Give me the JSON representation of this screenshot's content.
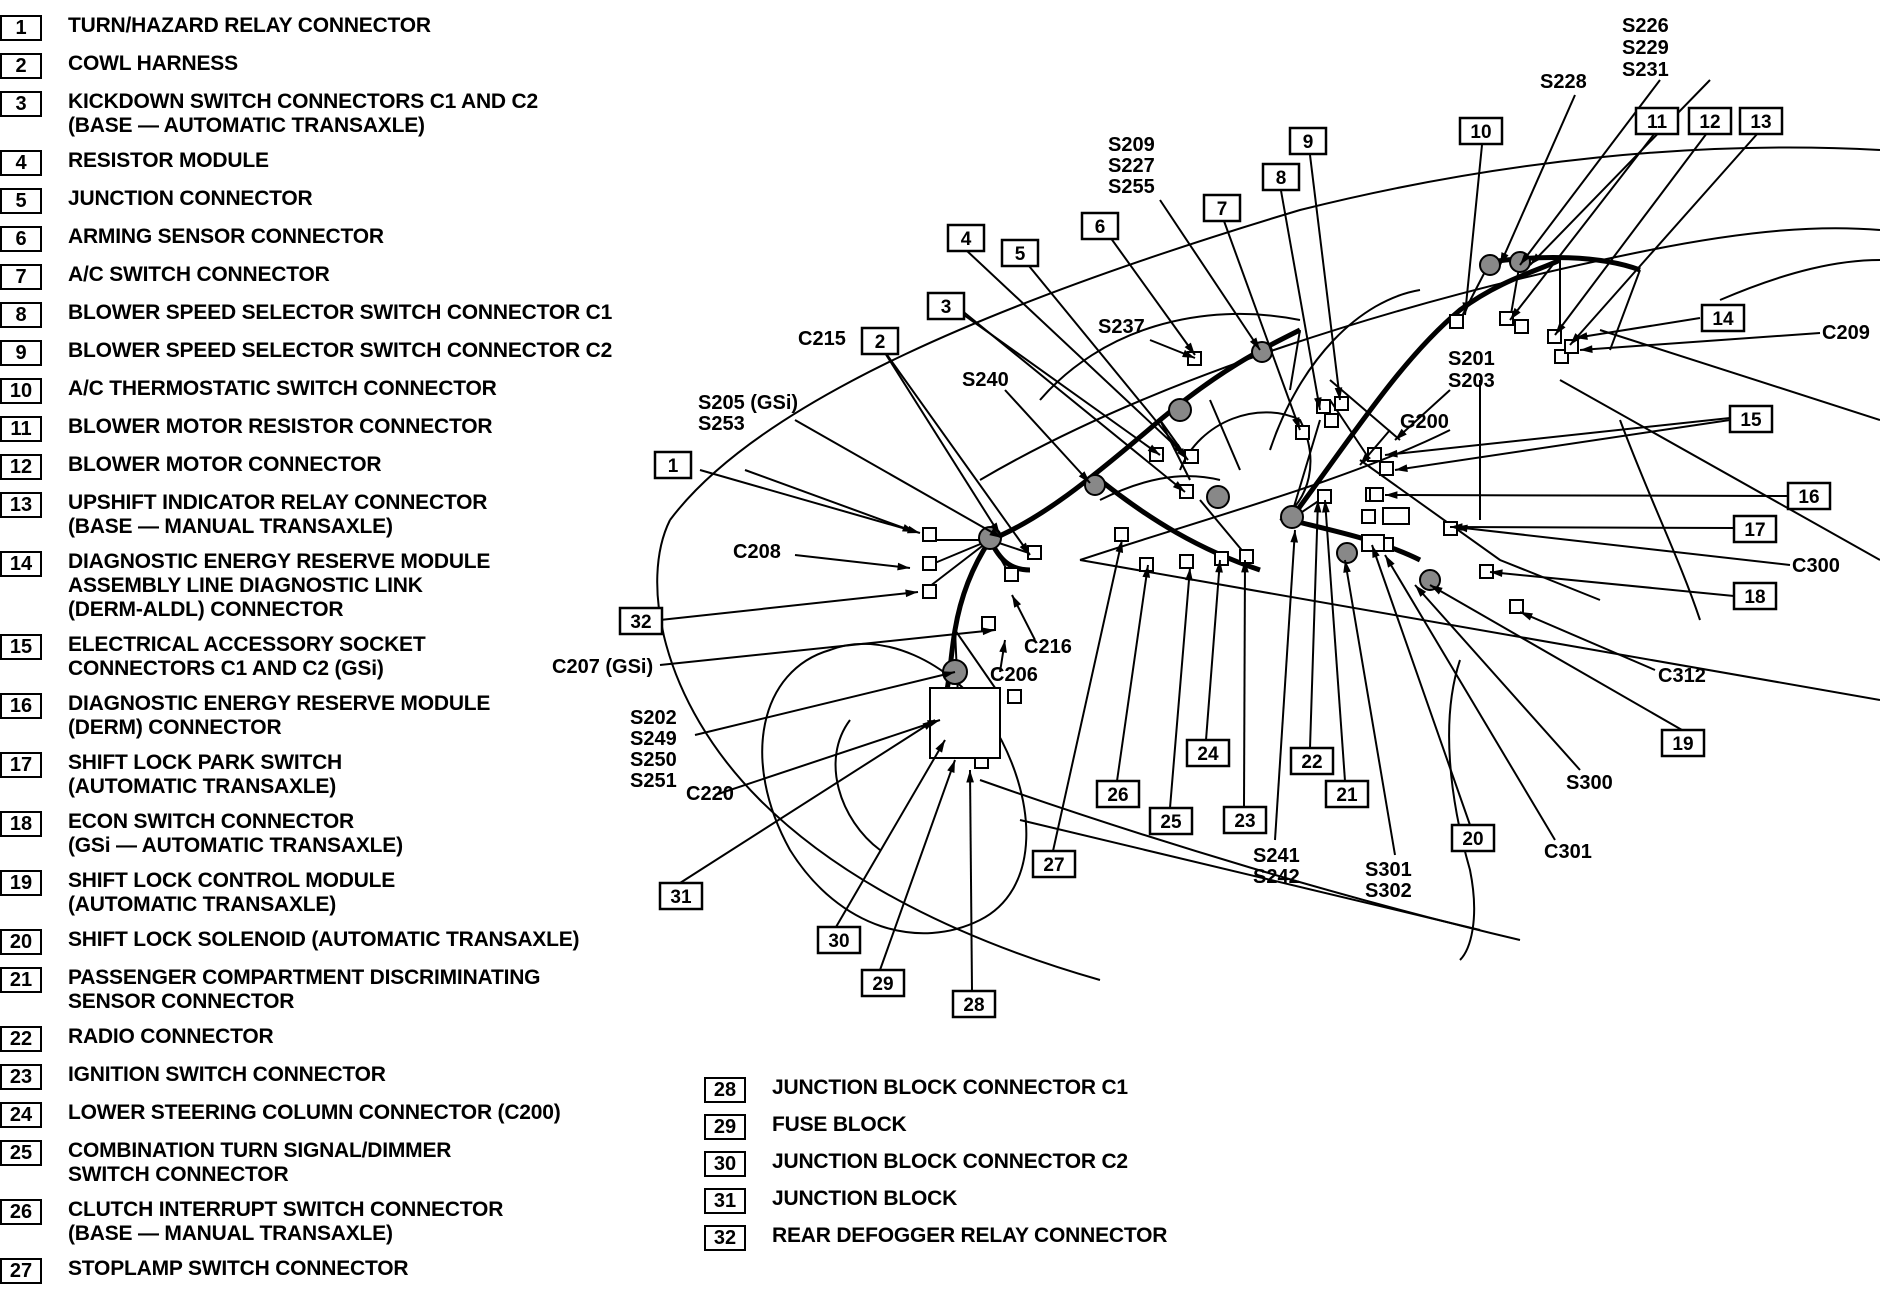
{
  "legend_left": [
    {
      "n": "1",
      "lines": [
        "TURN/HAZARD RELAY CONNECTOR"
      ]
    },
    {
      "n": "2",
      "lines": [
        "COWL HARNESS"
      ]
    },
    {
      "n": "3",
      "lines": [
        "KICKDOWN SWITCH CONNECTORS C1 AND C2",
        "(BASE — AUTOMATIC TRANSAXLE)"
      ]
    },
    {
      "n": "4",
      "lines": [
        "RESISTOR MODULE"
      ]
    },
    {
      "n": "5",
      "lines": [
        "JUNCTION CONNECTOR"
      ]
    },
    {
      "n": "6",
      "lines": [
        "ARMING SENSOR CONNECTOR"
      ]
    },
    {
      "n": "7",
      "lines": [
        "A/C SWITCH CONNECTOR"
      ]
    },
    {
      "n": "8",
      "lines": [
        "BLOWER SPEED SELECTOR SWITCH CONNECTOR C1"
      ]
    },
    {
      "n": "9",
      "lines": [
        "BLOWER SPEED SELECTOR SWITCH CONNECTOR C2"
      ]
    },
    {
      "n": "10",
      "lines": [
        "A/C THERMOSTATIC SWITCH CONNECTOR"
      ]
    },
    {
      "n": "11",
      "lines": [
        "BLOWER MOTOR RESISTOR CONNECTOR"
      ]
    },
    {
      "n": "12",
      "lines": [
        "BLOWER MOTOR CONNECTOR"
      ]
    },
    {
      "n": "13",
      "lines": [
        "UPSHIFT INDICATOR RELAY CONNECTOR",
        "(BASE — MANUAL TRANSAXLE)"
      ]
    },
    {
      "n": "14",
      "lines": [
        "DIAGNOSTIC ENERGY RESERVE MODULE",
        "ASSEMBLY LINE DIAGNOSTIC LINK",
        "(DERM-ALDL) CONNECTOR"
      ]
    },
    {
      "n": "15",
      "lines": [
        "ELECTRICAL ACCESSORY SOCKET",
        "CONNECTORS C1 AND C2 (GSi)"
      ]
    },
    {
      "n": "16",
      "lines": [
        "DIAGNOSTIC ENERGY RESERVE MODULE",
        "(DERM) CONNECTOR"
      ]
    },
    {
      "n": "17",
      "lines": [
        "SHIFT LOCK PARK SWITCH",
        "(AUTOMATIC TRANSAXLE)"
      ]
    },
    {
      "n": "18",
      "lines": [
        "ECON SWITCH CONNECTOR",
        "(GSi — AUTOMATIC TRANSAXLE)"
      ]
    },
    {
      "n": "19",
      "lines": [
        "SHIFT LOCK CONTROL MODULE",
        "(AUTOMATIC TRANSAXLE)"
      ]
    },
    {
      "n": "20",
      "lines": [
        "SHIFT LOCK SOLENOID (AUTOMATIC TRANSAXLE)"
      ]
    },
    {
      "n": "21",
      "lines": [
        "PASSENGER COMPARTMENT DISCRIMINATING",
        "SENSOR CONNECTOR"
      ]
    },
    {
      "n": "22",
      "lines": [
        "RADIO CONNECTOR"
      ]
    },
    {
      "n": "23",
      "lines": [
        "IGNITION SWITCH CONNECTOR"
      ]
    },
    {
      "n": "24",
      "lines": [
        "LOWER STEERING COLUMN CONNECTOR (C200)"
      ]
    },
    {
      "n": "25",
      "lines": [
        "COMBINATION TURN SIGNAL/DIMMER",
        "SWITCH CONNECTOR"
      ]
    },
    {
      "n": "26",
      "lines": [
        "CLUTCH INTERRUPT SWITCH CONNECTOR",
        "(BASE — MANUAL TRANSAXLE)"
      ]
    },
    {
      "n": "27",
      "lines": [
        "STOPLAMP SWITCH CONNECTOR"
      ]
    }
  ],
  "legend_bottom": [
    {
      "n": "28",
      "lines": [
        "JUNCTION BLOCK CONNECTOR C1"
      ]
    },
    {
      "n": "29",
      "lines": [
        "FUSE BLOCK"
      ]
    },
    {
      "n": "30",
      "lines": [
        "JUNCTION BLOCK CONNECTOR C2"
      ]
    },
    {
      "n": "31",
      "lines": [
        "JUNCTION BLOCK"
      ]
    },
    {
      "n": "32",
      "lines": [
        "REAR DEFOGGER RELAY CONNECTOR"
      ]
    }
  ],
  "diagram_labels": {
    "s226": "S226",
    "s229": "S229",
    "s231": "S231",
    "s228": "S228",
    "s209": "S209",
    "s227": "S227",
    "s255": "S255",
    "c215": "C215",
    "s237": "S237",
    "s240": "S240",
    "s205": "S205 (GSi)",
    "s253": "S253",
    "s201": "S201",
    "s203": "S203",
    "g200": "G200",
    "c209": "C209",
    "c208": "C208",
    "c216": "C216",
    "c207": "C207 (GSi)",
    "c206": "C206",
    "s202": "S202",
    "s249": "S249",
    "s250": "S250",
    "s251": "S251",
    "c220": "C220",
    "c300": "C300",
    "c312": "C312",
    "s300": "S300",
    "c301": "C301",
    "s241": "S241",
    "s242": "S242",
    "s301": "S301",
    "s302": "S302"
  },
  "callouts": [
    "1",
    "2",
    "3",
    "4",
    "5",
    "6",
    "7",
    "8",
    "9",
    "10",
    "11",
    "12",
    "13",
    "14",
    "15",
    "16",
    "17",
    "18",
    "19",
    "20",
    "21",
    "22",
    "23",
    "24",
    "25",
    "26",
    "27",
    "28",
    "29",
    "30",
    "31",
    "32"
  ]
}
